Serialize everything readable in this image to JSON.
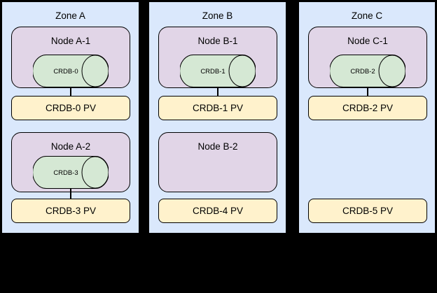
{
  "colors": {
    "canvas_bg": "#000000",
    "zone_fill": "#dae8fc",
    "node_fill": "#e1d5e7",
    "pod_fill": "#d5e8d4",
    "pv_fill": "#fff2cc",
    "stroke": "#000000"
  },
  "zones": [
    {
      "label": "Zone A",
      "rows": [
        {
          "node_label": "Node A-1",
          "pod_label": "CRDB-0",
          "pv_label": "CRDB-0 PV",
          "connected": true
        },
        {
          "node_label": "Node A-2",
          "pod_label": "CRDB-3",
          "pv_label": "CRDB-3 PV",
          "connected": true
        }
      ]
    },
    {
      "label": "Zone B",
      "rows": [
        {
          "node_label": "Node B-1",
          "pod_label": "CRDB-1",
          "pv_label": "CRDB-1 PV",
          "connected": true
        },
        {
          "node_label": "Node B-2",
          "pod_label": null,
          "pv_label": "CRDB-4 PV",
          "connected": false
        }
      ]
    },
    {
      "label": "Zone C",
      "rows": [
        {
          "node_label": "Node C-1",
          "pod_label": "CRDB-2",
          "pv_label": "CRDB-2 PV",
          "connected": true
        },
        {
          "node_label": null,
          "pod_label": null,
          "pv_label": "CRDB-5 PV",
          "connected": false
        }
      ]
    }
  ]
}
